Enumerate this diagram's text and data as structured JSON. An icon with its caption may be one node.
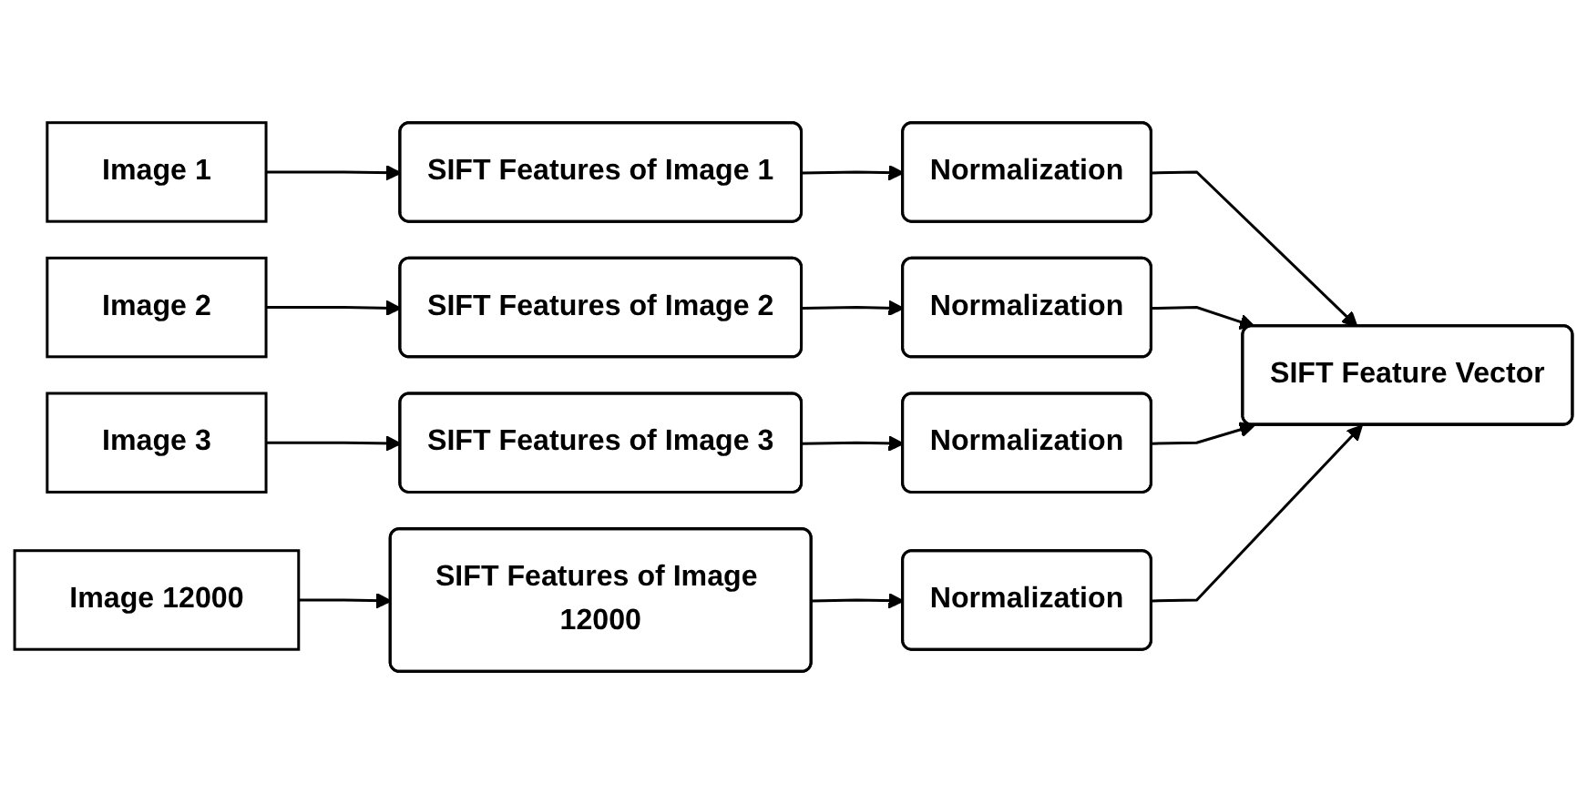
{
  "diagram": {
    "nodes": [
      {
        "text": [
          "Image 1"
        ]
      },
      {
        "text": [
          "SIFT Features of Image 1"
        ]
      },
      {
        "text": [
          "Normalization"
        ]
      },
      {
        "text": [
          "Image 2"
        ]
      },
      {
        "text": [
          "SIFT Features of Image 2"
        ]
      },
      {
        "text": [
          "Normalization"
        ]
      },
      {
        "text": [
          "Image 3"
        ]
      },
      {
        "text": [
          "SIFT Features of Image 3"
        ]
      },
      {
        "text": [
          "Normalization"
        ]
      },
      {
        "text": [
          "Image 12000"
        ]
      },
      {
        "text": [
          "SIFT Features of Image 12000"
        ]
      },
      {
        "text": [
          "Normalization"
        ]
      },
      {
        "text": [
          "SIFT Feature Vector"
        ]
      }
    ],
    "edges": [
      {
        "from": 0,
        "to": 1,
        "arrow": "to"
      },
      {
        "from": 1,
        "to": 2,
        "arrow": "to"
      },
      {
        "from": 3,
        "to": 4,
        "arrow": "to"
      },
      {
        "from": 4,
        "to": 5,
        "arrow": "to"
      },
      {
        "from": 6,
        "to": 7,
        "arrow": "to"
      },
      {
        "from": 7,
        "to": 8,
        "arrow": "to"
      },
      {
        "from": 9,
        "to": 10,
        "arrow": "to"
      },
      {
        "from": 10,
        "to": 11,
        "arrow": "to"
      },
      {
        "from": 2,
        "to": 12,
        "arrow": "to"
      },
      {
        "from": 5,
        "to": 12,
        "arrow": "to"
      },
      {
        "from": 8,
        "to": 12,
        "arrow": "to"
      },
      {
        "from": 11,
        "to": 12,
        "arrow": "to"
      }
    ]
  }
}
